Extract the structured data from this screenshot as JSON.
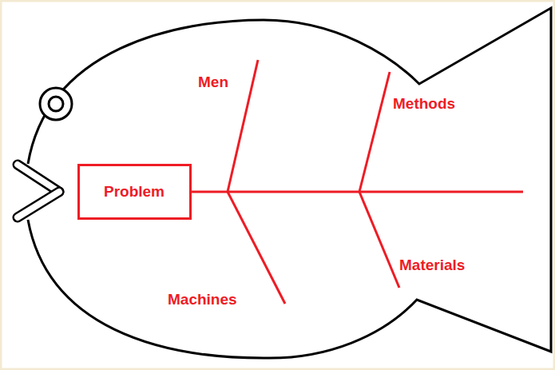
{
  "diagram": {
    "nodes": [
      {
        "text": [
          "Problem"
        ]
      }
    ],
    "labels": [
      "Men",
      "Machines",
      "Methods",
      "Materials"
    ]
  }
}
